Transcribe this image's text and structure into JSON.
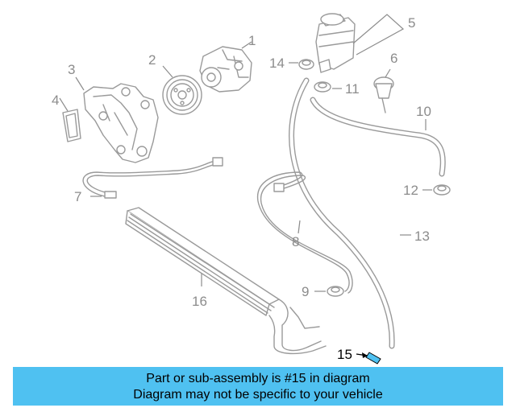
{
  "callouts": {
    "c1": "1",
    "c2": "2",
    "c3": "3",
    "c4": "4",
    "c5": "5",
    "c6": "6",
    "c7": "7",
    "c8": "8",
    "c9": "9",
    "c10": "10",
    "c11": "11",
    "c12": "12",
    "c13": "13",
    "c14": "14",
    "c15": "15",
    "c16": "16"
  },
  "highlight": {
    "part_number": "15",
    "color": "#4fc1f1"
  },
  "caption": {
    "line1": "Part or sub-assembly is #15 in diagram",
    "line2": "Diagram may not be specific to your vehicle",
    "background": "#4fc1f1"
  }
}
